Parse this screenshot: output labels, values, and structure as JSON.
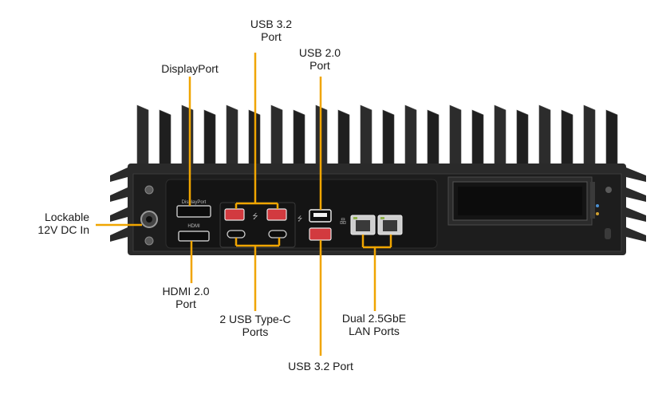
{
  "colors": {
    "callout": "#f0a500",
    "chassis": "#262626",
    "panel": "#1b1b1b",
    "usb3": "#d23a3f",
    "usb2": "#f2f2f2",
    "lan": "#d8d8d8"
  },
  "labels": {
    "usb32_top": [
      "USB 3.2",
      "Port"
    ],
    "usb20": [
      "USB 2.0",
      "Port"
    ],
    "displayport": "DisplayPort",
    "dc_in": [
      "Lockable",
      "12V DC In"
    ],
    "hdmi": [
      "HDMI 2.0",
      "Port"
    ],
    "usb_typec": [
      "2 USB Type-C",
      "Ports"
    ],
    "lan": [
      "Dual 2.5GbE",
      "LAN Ports"
    ],
    "usb32_bottom": "USB 3.2 Port"
  },
  "panel_text": {
    "displayport": "DisplayPort",
    "hdmi": "HDMI"
  }
}
